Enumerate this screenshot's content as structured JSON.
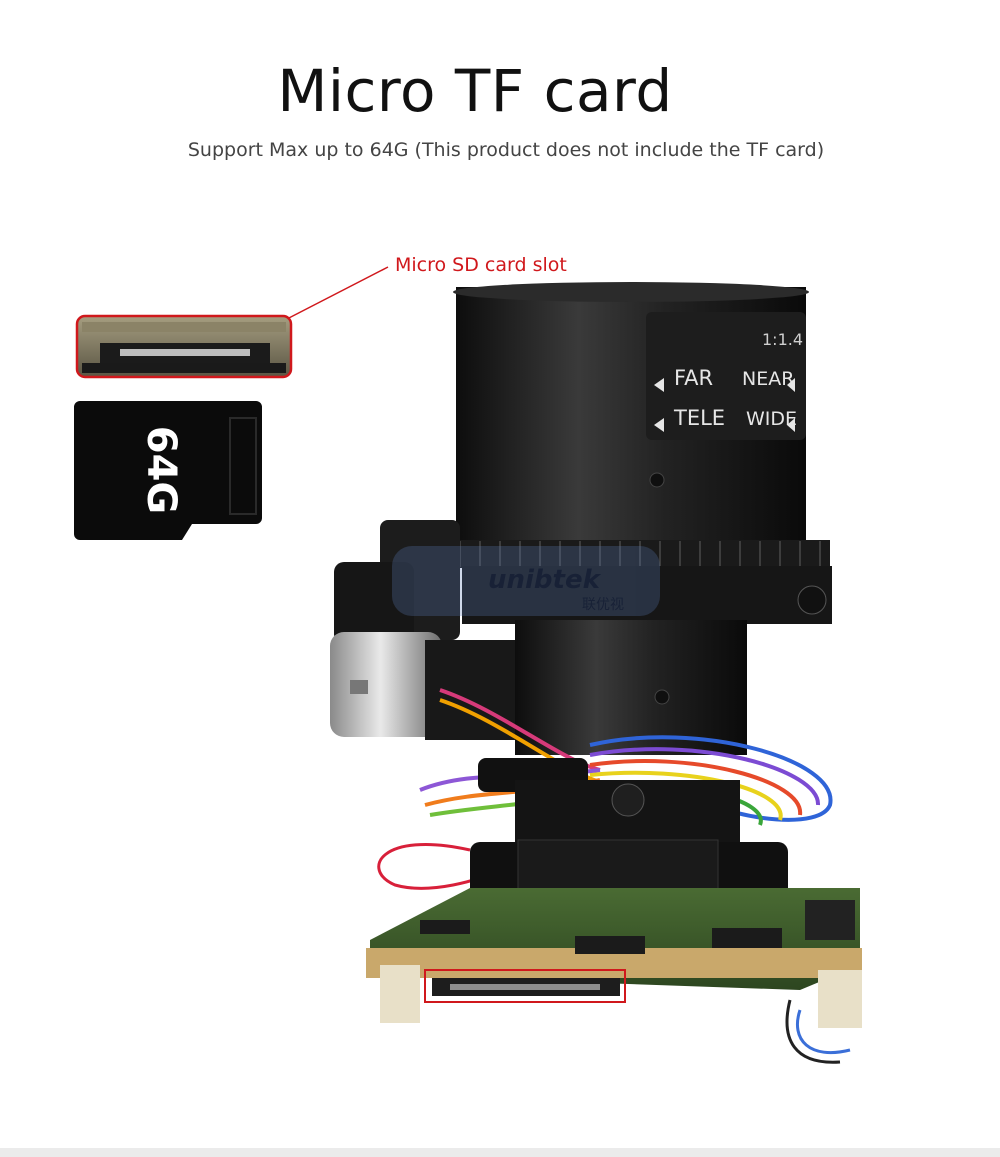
{
  "header": {
    "title": "Micro TF card",
    "subtitle": "Support Max up to 64G (This product does not include the TF card)"
  },
  "callout": {
    "label": "Micro SD card slot",
    "color": "#d0181c"
  },
  "sd_card": {
    "capacity_label": "64G"
  },
  "lens": {
    "ratio_label": "1:1.4",
    "far_label": "FAR",
    "near_label": "NEAR",
    "tele_label": "TELE",
    "wide_label": "WIDE"
  },
  "watermark": {
    "brand": "unibtek",
    "cn": "联优视"
  },
  "colors": {
    "accent": "#d0181c",
    "lens_body": "#1a1a1a",
    "pcb": "#3b5a2a"
  }
}
